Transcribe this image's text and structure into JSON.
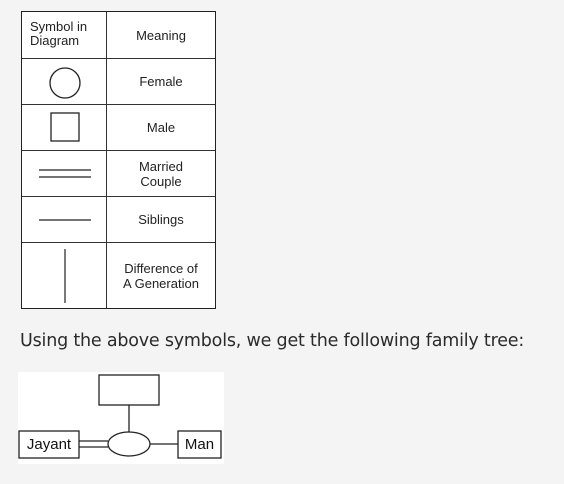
{
  "legend": {
    "header": {
      "symbol": "Symbol in Diagram",
      "symbol_line1": "Symbol in",
      "symbol_line2": "Diagram",
      "meaning": "Meaning"
    },
    "rows": [
      {
        "symbol": "circle-icon",
        "meaning": "Female"
      },
      {
        "symbol": "square-icon",
        "meaning": "Male"
      },
      {
        "symbol": "double-line-icon",
        "meaning_line1": "Married",
        "meaning_line2": "Couple"
      },
      {
        "symbol": "single-line-icon",
        "meaning": "Siblings"
      },
      {
        "symbol": "vertical-line-icon",
        "meaning_line1": "Difference of",
        "meaning_line2": "A Generation"
      }
    ]
  },
  "caption": "Using the above symbols, we get the following family tree:",
  "tree": {
    "left_person": "Jayant",
    "right_person": "Man"
  }
}
